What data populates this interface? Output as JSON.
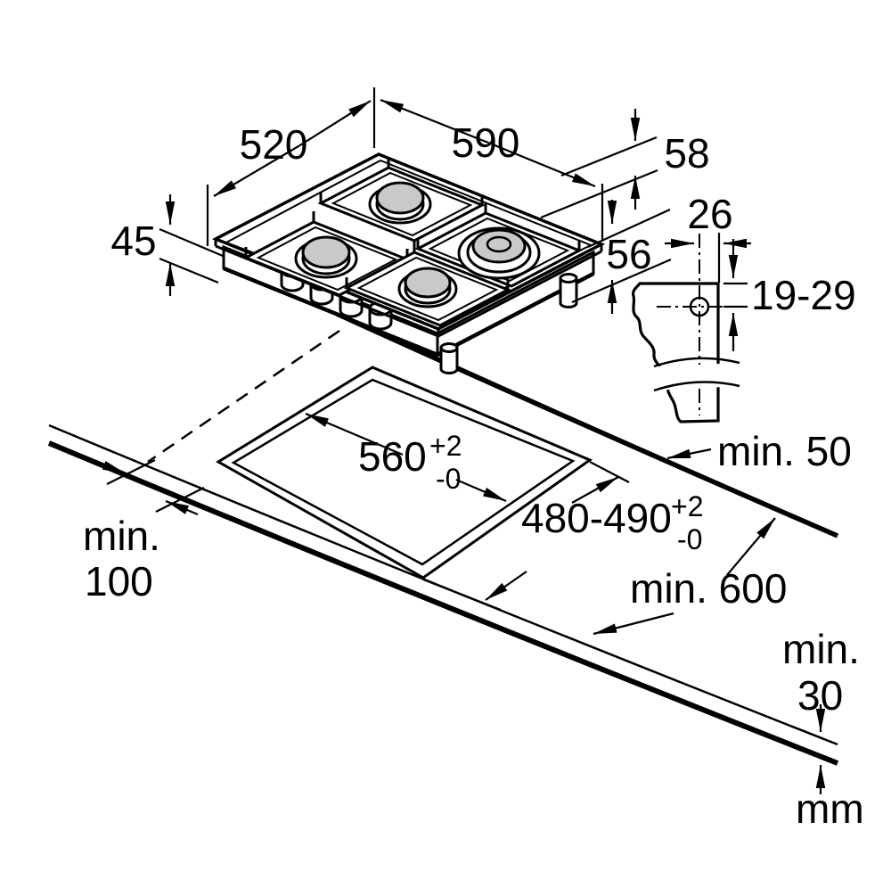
{
  "diagram": {
    "type": "hob-installation-drawing",
    "unit": "mm",
    "appliance": {
      "width": "590",
      "depth": "520",
      "height_above": "45",
      "body_height": "58",
      "install_depth": "56"
    },
    "bracket": {
      "hole_offset": "26",
      "clamp_range": "19-29"
    },
    "cutout": {
      "width": {
        "value": "560",
        "tol_plus": "+2",
        "tol_minus": "-0"
      },
      "depth": {
        "value": "480-490",
        "tol_plus": "+2",
        "tol_minus": "-0"
      }
    },
    "clearances": {
      "rear": "min. 50",
      "side_line1": "min.",
      "side_line2": "100",
      "worktop_depth": "min. 600",
      "below_line1": "min.",
      "below_line2": "30"
    },
    "colors": {
      "line": "#000000",
      "burner_cap": "#c9c9c9",
      "background": "#ffffff"
    }
  }
}
